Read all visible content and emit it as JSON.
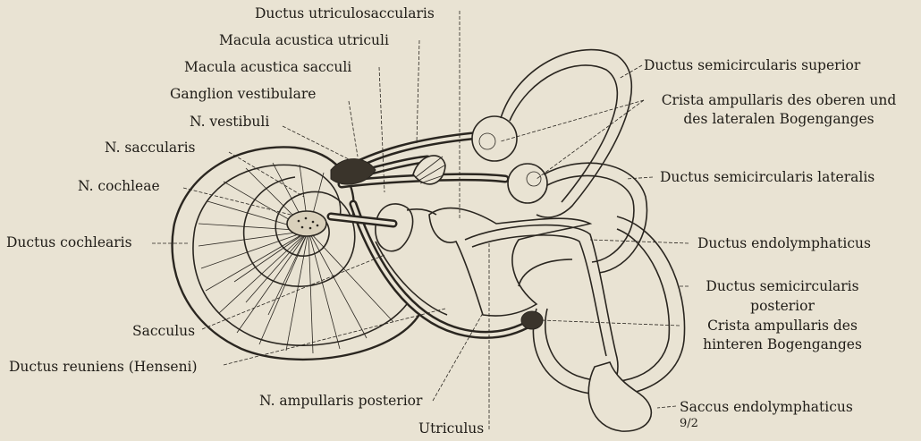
{
  "labels": {
    "ductus_utriculosaccularis": "Ductus utriculosaccularis",
    "macula_utriculi": "Macula acustica utriculi",
    "macula_sacculi": "Macula acustica sacculi",
    "ganglion_vestibulare": "Ganglion vestibulare",
    "n_vestibuli": "N. vestibuli",
    "n_saccularis": "N. saccularis",
    "n_cochleae": "N. cochleae",
    "ductus_cochlearis": "Ductus cochlearis",
    "sacculus": "Sacculus",
    "ductus_reuniens": "Ductus reuniens (Henseni)",
    "n_ampullaris_posterior": "N. ampullaris posterior",
    "utriculus": "Utriculus",
    "ductus_semicircularis_superior": "Ductus semicircularis superior",
    "crista_line1": "Crista ampullaris des oberen und",
    "crista_line2": "des lateralen Bogenganges",
    "ductus_semicircularis_lateralis": "Ductus semicircularis lateralis",
    "ductus_endolymphaticus": "Ductus endolymphaticus",
    "ductus_posterior_line1": "Ductus semicircularis",
    "ductus_posterior_line2": "posterior",
    "crista_hinteren_line1": "Crista  ampullaris  des",
    "crista_hinteren_line2": "hinteren Bogenganges",
    "saccus_endolymphaticus": "Saccus endolymphaticus"
  },
  "scale": "9/2"
}
